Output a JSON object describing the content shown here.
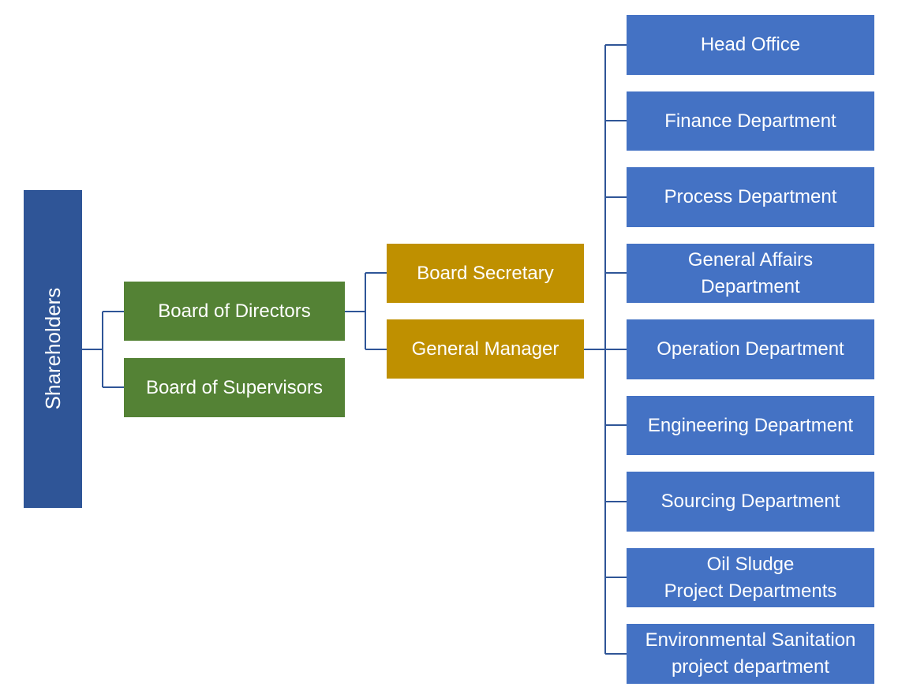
{
  "chart": {
    "root": "Shareholders",
    "boards": {
      "directors": "Board of Directors",
      "supervisors": "Board of Supervisors"
    },
    "officers": {
      "secretary": "Board Secretary",
      "manager": "General Manager"
    },
    "departments": [
      {
        "line1": "Head Office",
        "line2": ""
      },
      {
        "line1": "Finance Department",
        "line2": ""
      },
      {
        "line1": "Process Department",
        "line2": ""
      },
      {
        "line1": "General Affairs",
        "line2": "Department"
      },
      {
        "line1": "Operation Department",
        "line2": ""
      },
      {
        "line1": "Engineering Department",
        "line2": ""
      },
      {
        "line1": "Sourcing Department",
        "line2": ""
      },
      {
        "line1": "Oil Sludge",
        "line2": "Project Departments"
      },
      {
        "line1": "Environmental Sanitation",
        "line2": "project department"
      }
    ]
  },
  "colors": {
    "board": "#548235",
    "officer": "#bf9000",
    "department": "#4472c4",
    "root": "#2f5597",
    "connector": "#2f5597"
  }
}
